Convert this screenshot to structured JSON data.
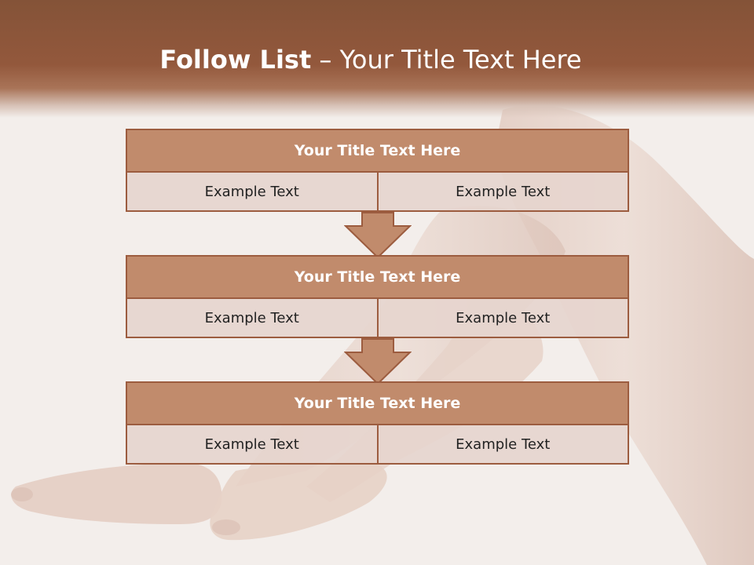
{
  "header": {
    "title_bold": "Follow List",
    "title_rest": " – Your Title Text Here"
  },
  "steps": [
    {
      "title": "Your Title Text Here",
      "left": "Example Text",
      "right": "Example Text"
    },
    {
      "title": "Your Title Text Here",
      "left": "Example Text",
      "right": "Example Text"
    },
    {
      "title": "Your Title Text Here",
      "left": "Example Text",
      "right": "Example Text"
    }
  ],
  "colors": {
    "header_brown": "#93583c",
    "box_fill": "#c18b6c",
    "box_border": "#9c5c3f",
    "cell_fill": "#e6d5ce",
    "background": "#f3eeeb"
  }
}
